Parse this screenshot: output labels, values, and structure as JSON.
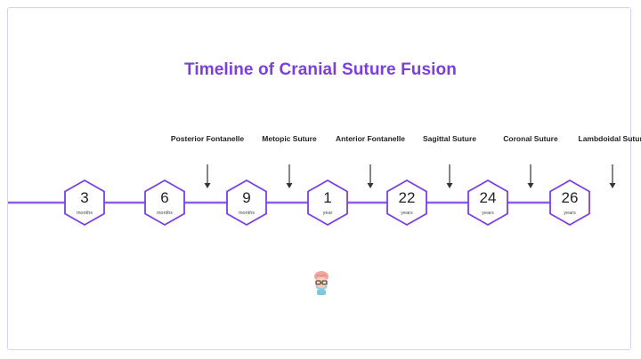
{
  "title": "Timeline of Cranial Suture Fusion",
  "colors": {
    "accent": "#7b3fe0",
    "line": "#8e5ce8",
    "frame": "#d9d2ee",
    "text": "#222222"
  },
  "milestones": [
    {
      "value": "3",
      "unit": "months",
      "event": ""
    },
    {
      "value": "6",
      "unit": "months",
      "event": "Posterior Fontanelle"
    },
    {
      "value": "9",
      "unit": "months",
      "event": "Metopic Suture"
    },
    {
      "value": "1",
      "unit": "year",
      "event": "Anterior Fontanelle"
    },
    {
      "value": "22",
      "unit": "years",
      "event": "Sagittal Suture"
    },
    {
      "value": "24",
      "unit": "years",
      "event": "Coronal Suture"
    },
    {
      "value": "26",
      "unit": "years",
      "event": "Lambdoidal Suture"
    }
  ],
  "icons": {
    "avatar": "avatar-icon",
    "arrow": "arrow-down-icon"
  }
}
